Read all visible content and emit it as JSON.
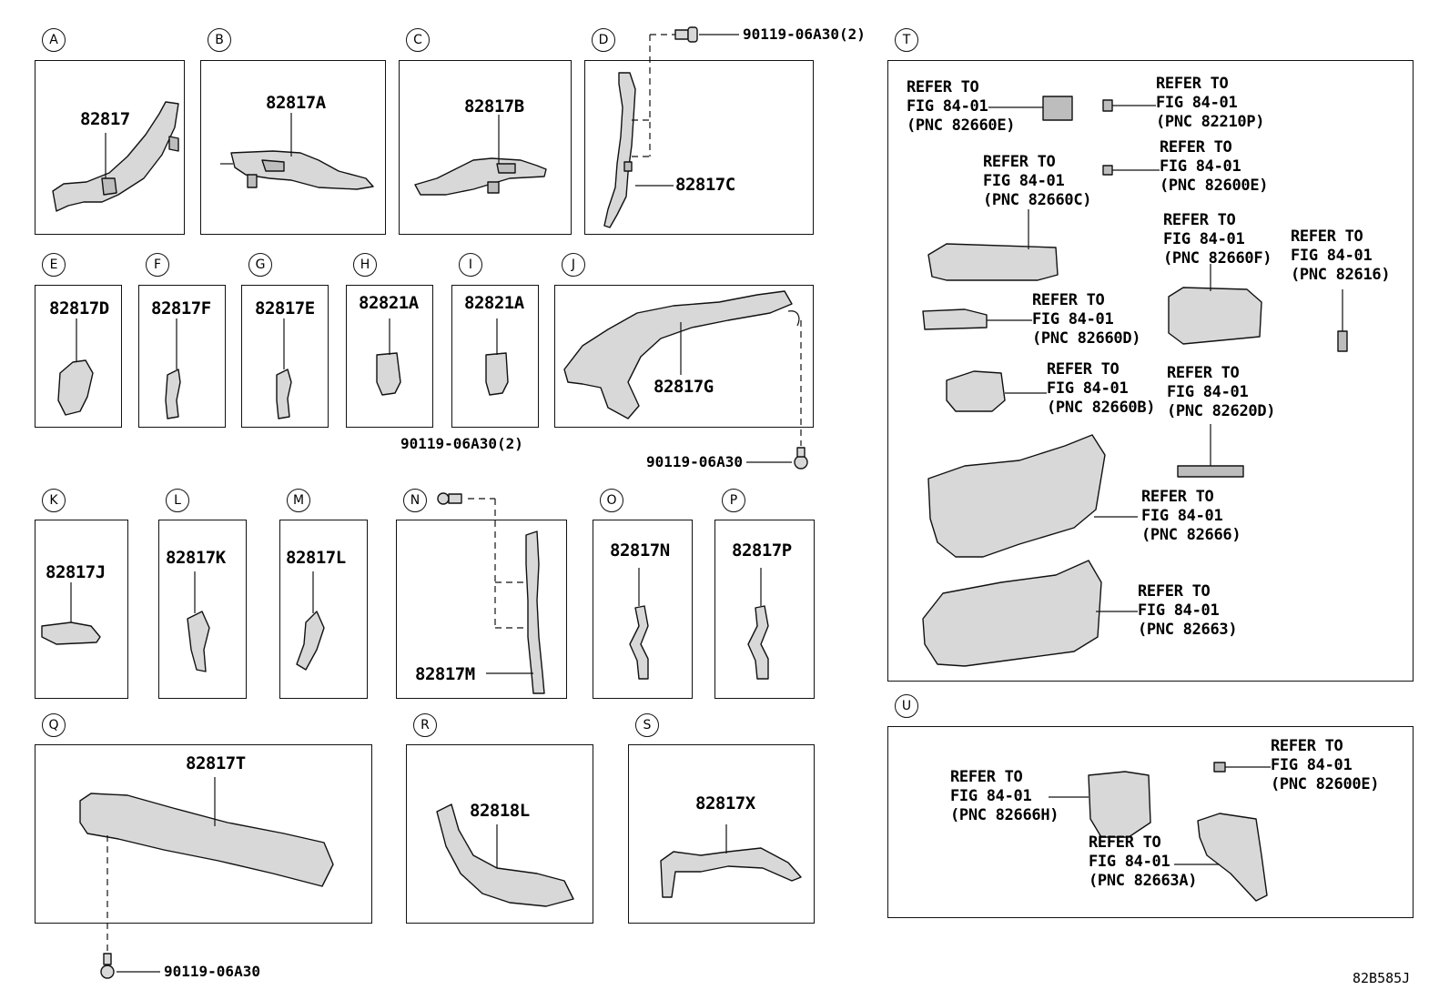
{
  "panels": [
    {
      "id": "A",
      "part": "82817"
    },
    {
      "id": "B",
      "part": "82817A"
    },
    {
      "id": "C",
      "part": "82817B"
    },
    {
      "id": "D",
      "part": "82817C"
    },
    {
      "id": "E",
      "part": "82817D"
    },
    {
      "id": "F",
      "part": "82817F"
    },
    {
      "id": "G",
      "part": "82817E"
    },
    {
      "id": "H",
      "part": "82821A"
    },
    {
      "id": "I",
      "part": "82821A"
    },
    {
      "id": "J",
      "part": "82817G"
    },
    {
      "id": "K",
      "part": "82817J"
    },
    {
      "id": "L",
      "part": "82817K"
    },
    {
      "id": "M",
      "part": "82817L"
    },
    {
      "id": "N",
      "part": "82817M"
    },
    {
      "id": "O",
      "part": "82817N"
    },
    {
      "id": "P",
      "part": "82817P"
    },
    {
      "id": "Q",
      "part": "82817T"
    },
    {
      "id": "R",
      "part": "82818L"
    },
    {
      "id": "S",
      "part": "82817X"
    },
    {
      "id": "T",
      "part": ""
    },
    {
      "id": "U",
      "part": ""
    }
  ],
  "fasteners": {
    "d_screw": "90119-06A30(2)",
    "j_screw": "90119-06A30",
    "n_screw": "90119-06A30(2)",
    "q_screw": "90119-06A30"
  },
  "refs": {
    "t1": [
      "REFER TO",
      "FIG 84-01",
      "(PNC 82660E)"
    ],
    "t2": [
      "REFER TO",
      "FIG 84-01",
      "(PNC 82210P)"
    ],
    "t3": [
      "REFER TO",
      "FIG 84-01",
      "(PNC 82660C)"
    ],
    "t4": [
      "REFER TO",
      "FIG 84-01",
      "(PNC 82600E)"
    ],
    "t5": [
      "REFER TO",
      "FIG 84-01",
      "(PNC 82660F)"
    ],
    "t6": [
      "REFER TO",
      "FIG 84-01",
      "(PNC 82616)"
    ],
    "t7": [
      "REFER TO",
      "FIG 84-01",
      "(PNC 82660D)"
    ],
    "t8": [
      "REFER TO",
      "FIG 84-01",
      "(PNC 82660B)"
    ],
    "t9": [
      "REFER TO",
      "FIG 84-01",
      "(PNC 82620D)"
    ],
    "t10": [
      "REFER TO",
      "FIG 84-01",
      "(PNC 82666)"
    ],
    "t11": [
      "REFER TO",
      "FIG 84-01",
      "(PNC 82663)"
    ],
    "u1": [
      "REFER TO",
      "FIG 84-01",
      "(PNC 82666H)"
    ],
    "u2": [
      "REFER TO",
      "FIG 84-01",
      "(PNC 82600E)"
    ],
    "u3": [
      "REFER TO",
      "FIG 84-01",
      "(PNC 82663A)"
    ]
  },
  "diagram_code": "82B585J"
}
